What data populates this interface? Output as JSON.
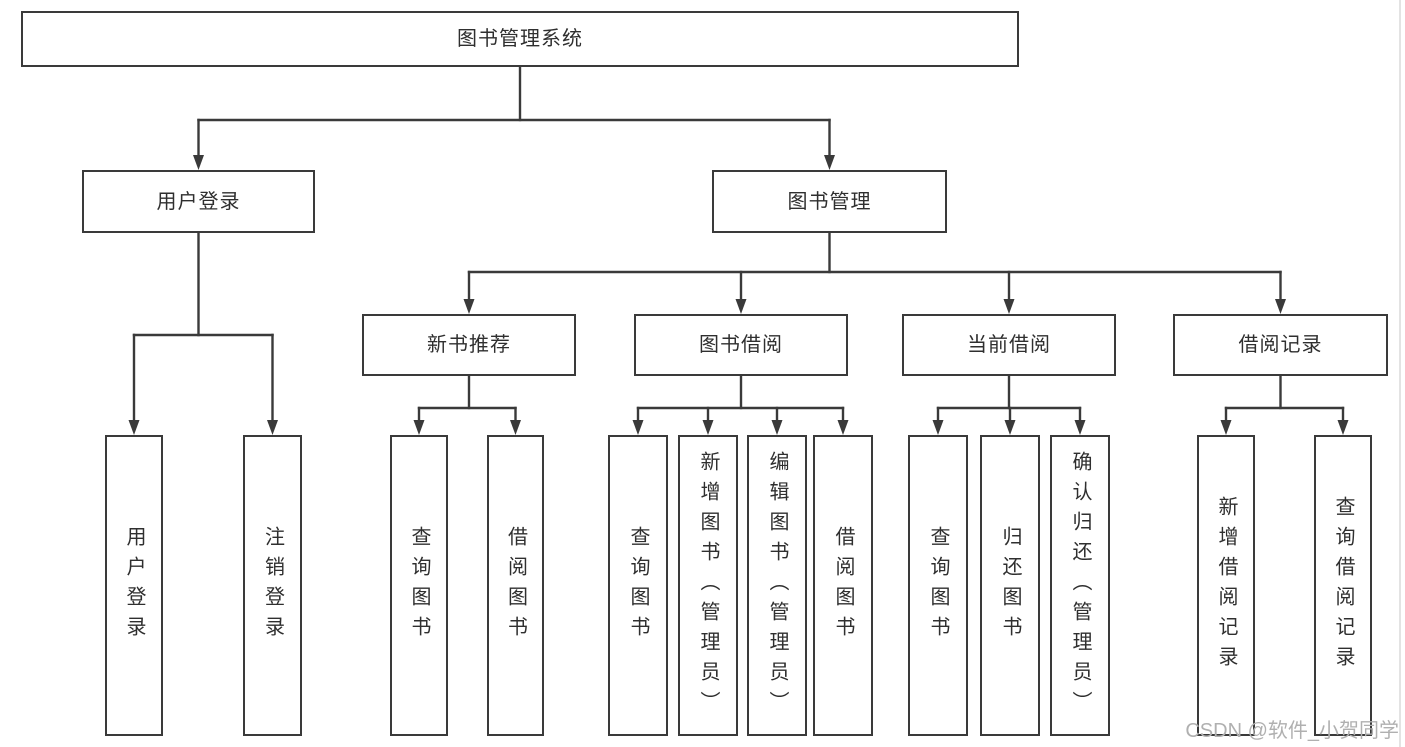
{
  "watermark": {
    "text": "CSDN @软件_小贺同学"
  },
  "colors": {
    "line": "#3a3a3a",
    "box_fill": "#ffffff",
    "text": "#2f2f2f",
    "watermark": "#b0b0b0"
  },
  "diagram": {
    "type": "hierarchy-tree",
    "root_label": "图书管理系统",
    "nodes": [
      {
        "id": "root",
        "label": "图书管理系统",
        "orientation": "horizontal"
      },
      {
        "id": "user-login",
        "label": "用户登录",
        "orientation": "horizontal"
      },
      {
        "id": "book-mgmt",
        "label": "图书管理",
        "orientation": "horizontal"
      },
      {
        "id": "new-book-rec",
        "label": "新书推荐",
        "orientation": "horizontal"
      },
      {
        "id": "book-borrow",
        "label": "图书借阅",
        "orientation": "horizontal"
      },
      {
        "id": "current-borrow",
        "label": "当前借阅",
        "orientation": "horizontal"
      },
      {
        "id": "borrow-record",
        "label": "借阅记录",
        "orientation": "horizontal"
      },
      {
        "id": "leaf-user-login",
        "label": "用户登录",
        "orientation": "vertical"
      },
      {
        "id": "leaf-logout",
        "label": "注销登录",
        "orientation": "vertical"
      },
      {
        "id": "leaf-query-book-1",
        "label": "查询图书",
        "orientation": "vertical"
      },
      {
        "id": "leaf-borrow-book-1",
        "label": "借阅图书",
        "orientation": "vertical"
      },
      {
        "id": "leaf-query-book-2",
        "label": "查询图书",
        "orientation": "vertical"
      },
      {
        "id": "leaf-add-book",
        "label": "新增图书（管理员）",
        "orientation": "vertical"
      },
      {
        "id": "leaf-edit-book",
        "label": "编辑图书（管理员）",
        "orientation": "vertical"
      },
      {
        "id": "leaf-borrow-book-2",
        "label": "借阅图书",
        "orientation": "vertical"
      },
      {
        "id": "leaf-query-book-3",
        "label": "查询图书",
        "orientation": "vertical"
      },
      {
        "id": "leaf-return-book",
        "label": "归还图书",
        "orientation": "vertical"
      },
      {
        "id": "leaf-confirm-return",
        "label": "确认归还（管理员）",
        "orientation": "vertical"
      },
      {
        "id": "leaf-add-borrow-record",
        "label": "新增借阅记录",
        "orientation": "vertical"
      },
      {
        "id": "leaf-query-borrow-record",
        "label": "查询借阅记录",
        "orientation": "vertical"
      }
    ],
    "edges": [
      {
        "from": "root",
        "to": [
          "user-login",
          "book-mgmt"
        ]
      },
      {
        "from": "user-login",
        "to": [
          "leaf-user-login",
          "leaf-logout"
        ]
      },
      {
        "from": "book-mgmt",
        "to": [
          "new-book-rec",
          "book-borrow",
          "current-borrow",
          "borrow-record"
        ]
      },
      {
        "from": "new-book-rec",
        "to": [
          "leaf-query-book-1",
          "leaf-borrow-book-1"
        ]
      },
      {
        "from": "book-borrow",
        "to": [
          "leaf-query-book-2",
          "leaf-add-book",
          "leaf-edit-book",
          "leaf-borrow-book-2"
        ]
      },
      {
        "from": "current-borrow",
        "to": [
          "leaf-query-book-3",
          "leaf-return-book",
          "leaf-confirm-return"
        ]
      },
      {
        "from": "borrow-record",
        "to": [
          "leaf-add-borrow-record",
          "leaf-query-borrow-record"
        ]
      }
    ]
  }
}
